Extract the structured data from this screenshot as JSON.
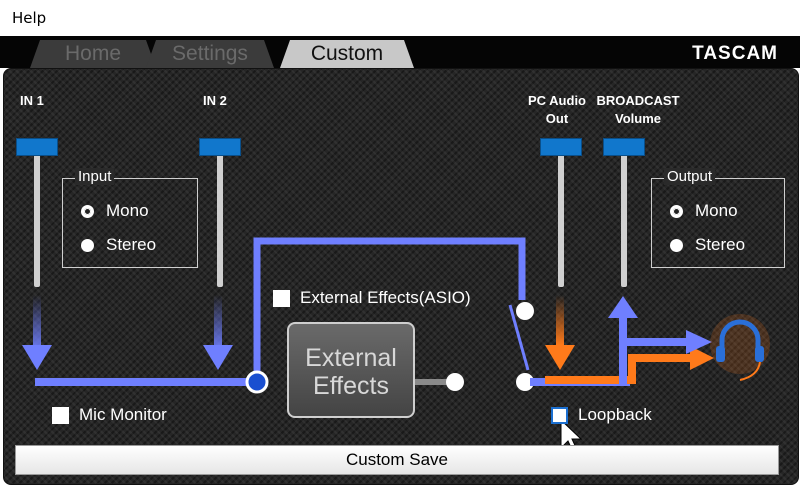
{
  "menu": {
    "help_label": "Help"
  },
  "tabs": [
    {
      "label": "Home",
      "active": false
    },
    {
      "label": "Settings",
      "active": false
    },
    {
      "label": "Custom",
      "active": true
    }
  ],
  "brand": "TASCAM",
  "channels": {
    "in1": "IN 1",
    "in2": "IN 2",
    "pc_out_line1": "PC Audio",
    "pc_out_line2": "Out",
    "broadcast_line1": "BROADCAST",
    "broadcast_line2": "Volume"
  },
  "input_group": {
    "title": "Input",
    "options": [
      {
        "label": "Mono",
        "selected": true
      },
      {
        "label": "Stereo",
        "selected": false
      }
    ]
  },
  "output_group": {
    "title": "Output",
    "options": [
      {
        "label": "Mono",
        "selected": true
      },
      {
        "label": "Stereo",
        "selected": false
      }
    ]
  },
  "checkboxes": {
    "external_effects_asio": {
      "label": "External Effects(ASIO)",
      "checked": false
    },
    "mic_monitor": {
      "label": "Mic Monitor",
      "checked": false
    },
    "loopback": {
      "label": "Loopback",
      "checked": false
    }
  },
  "effects_block": {
    "line1": "External",
    "line2": "Effects"
  },
  "save_button": {
    "label": "Custom Save"
  },
  "colors": {
    "signal_blue": "#6f7fff",
    "signal_orange": "#ff7a1a",
    "knob_blue": "#1177cc",
    "headphone_blue": "#2a6fd8"
  },
  "icons": [
    "headphones-icon",
    "mouse-cursor-icon"
  ]
}
